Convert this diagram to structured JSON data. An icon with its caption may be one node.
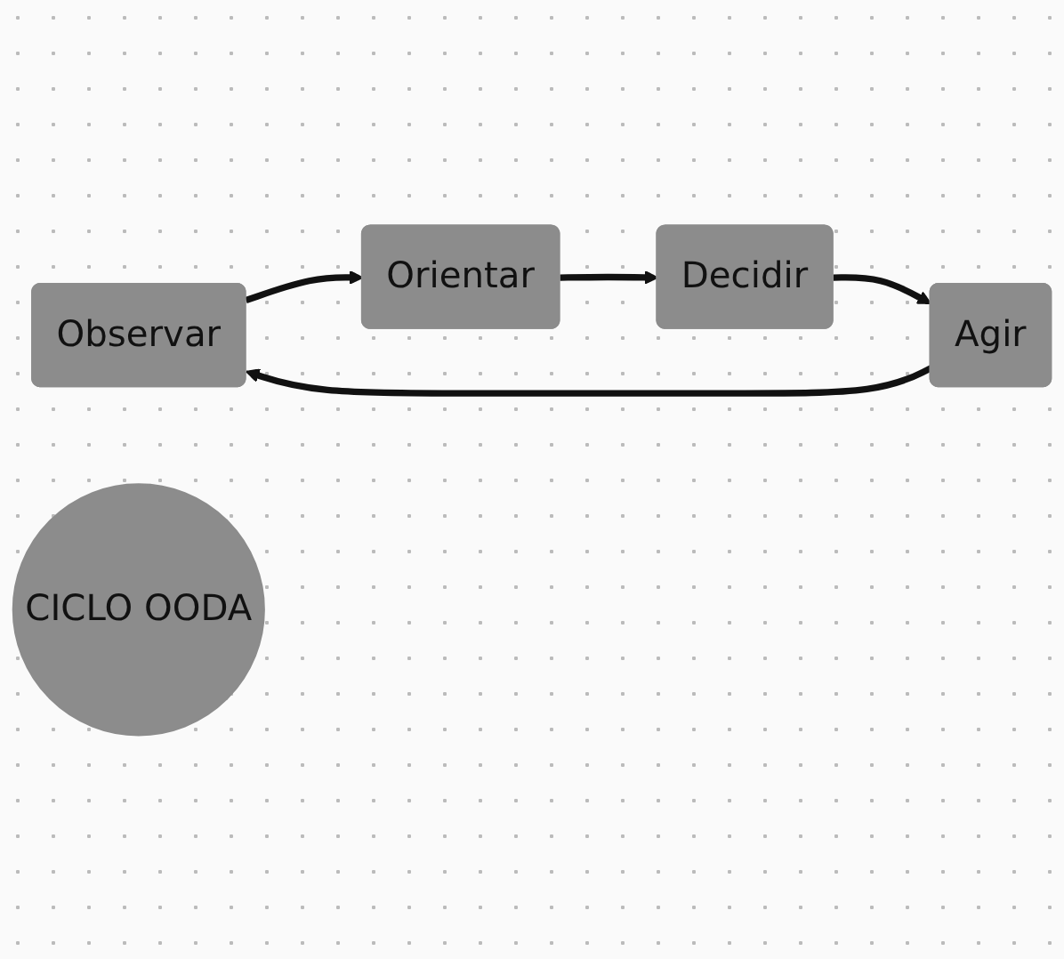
{
  "diagram": {
    "nodes": [
      {
        "text": [
          "Observar"
        ]
      },
      {
        "text": [
          "Orientar"
        ]
      },
      {
        "text": [
          "Decidir"
        ]
      },
      {
        "text": [
          "Agir"
        ]
      },
      {
        "text": [
          "CICLO OODA"
        ]
      }
    ],
    "edges": [
      {
        "from": 0,
        "to": 1,
        "arrow": "to"
      },
      {
        "from": 1,
        "to": 2,
        "arrow": "to"
      },
      {
        "from": 2,
        "to": 3,
        "arrow": "to"
      },
      {
        "from": 3,
        "to": 0,
        "arrow": "to"
      }
    ]
  }
}
